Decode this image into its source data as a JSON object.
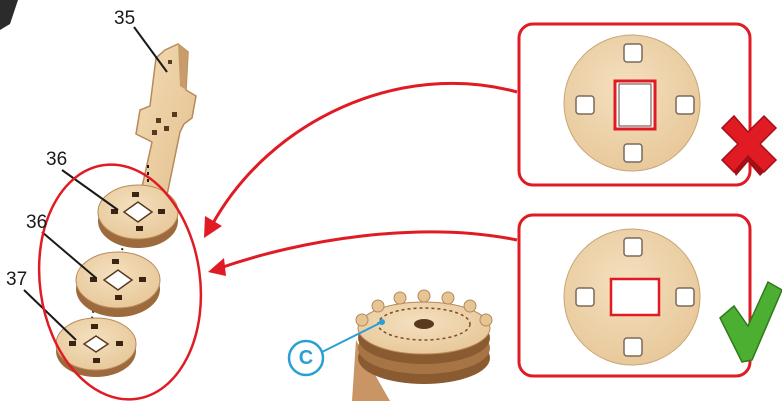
{
  "parts": {
    "top_label": "35",
    "middle_label": "36",
    "lower_label": "36",
    "bottom_label": "37"
  },
  "callout": {
    "letter": "C"
  },
  "panels": {
    "wrong": {
      "mark": "cross-icon"
    },
    "right": {
      "mark": "check-icon"
    }
  },
  "colors": {
    "highlight": "#e01b24",
    "callout": "#2a9fd6",
    "wood": "#e9c99a",
    "wood_edge": "#b8895a",
    "check": "#4caf32"
  }
}
